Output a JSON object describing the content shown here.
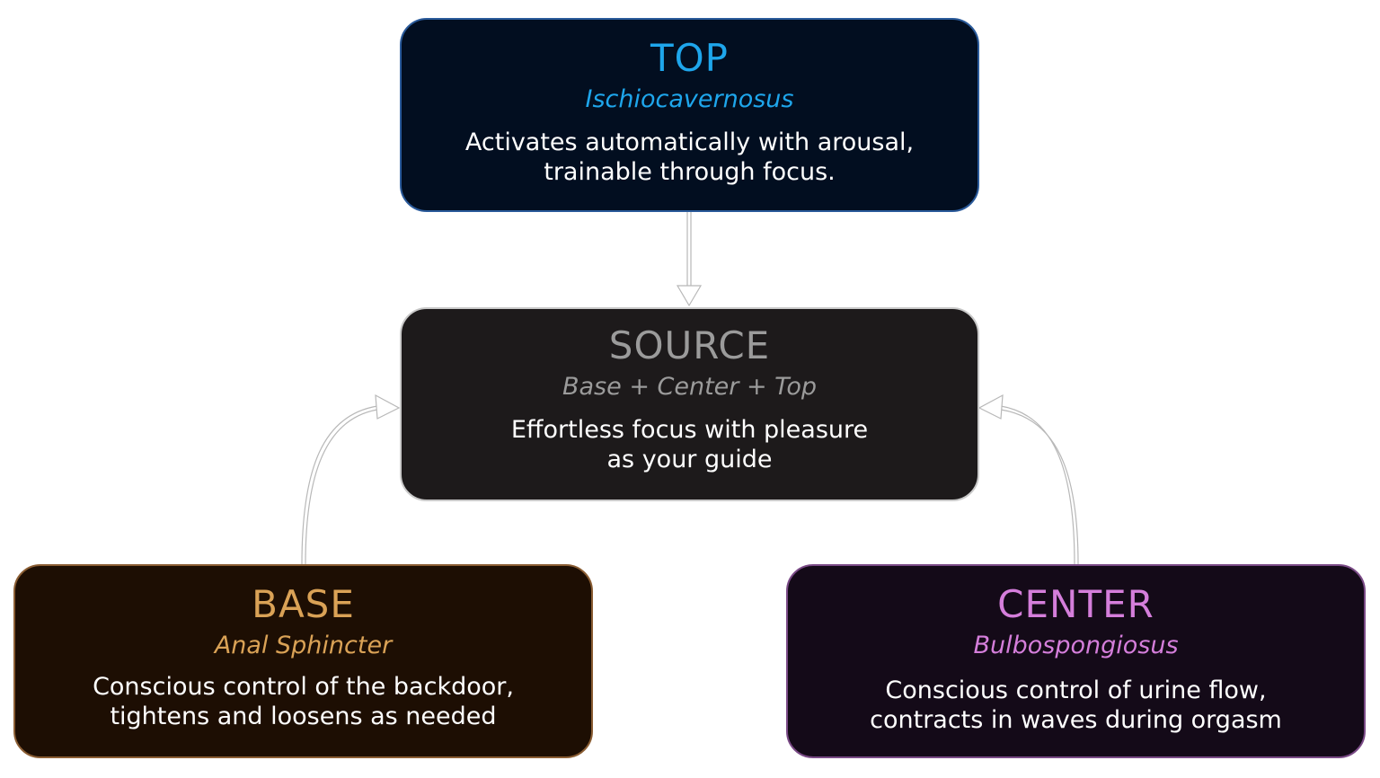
{
  "nodes": {
    "top": {
      "title": "TOP",
      "subtitle": "Ischiocavernosus",
      "desc_line1": "Activates automatically with arousal,",
      "desc_line2": "trainable through focus."
    },
    "source": {
      "title": "SOURCE",
      "subtitle": "Base + Center + Top",
      "desc_line1": "Effortless focus with pleasure",
      "desc_line2": "as your guide"
    },
    "base": {
      "title": "BASE",
      "subtitle": "Anal Sphincter",
      "desc_line1": "Conscious control of the backdoor,",
      "desc_line2": "tightens and loosens as needed"
    },
    "center": {
      "title": "CENTER",
      "subtitle": "Bulbospongiosus",
      "desc_line1": "Conscious control of urine flow,",
      "desc_line2": "contracts in waves during orgasm"
    }
  },
  "colors": {
    "top_accent": "#1ea6ec",
    "source_accent": "#9b9b9b",
    "base_accent": "#daa256",
    "center_accent": "#d57edb"
  }
}
